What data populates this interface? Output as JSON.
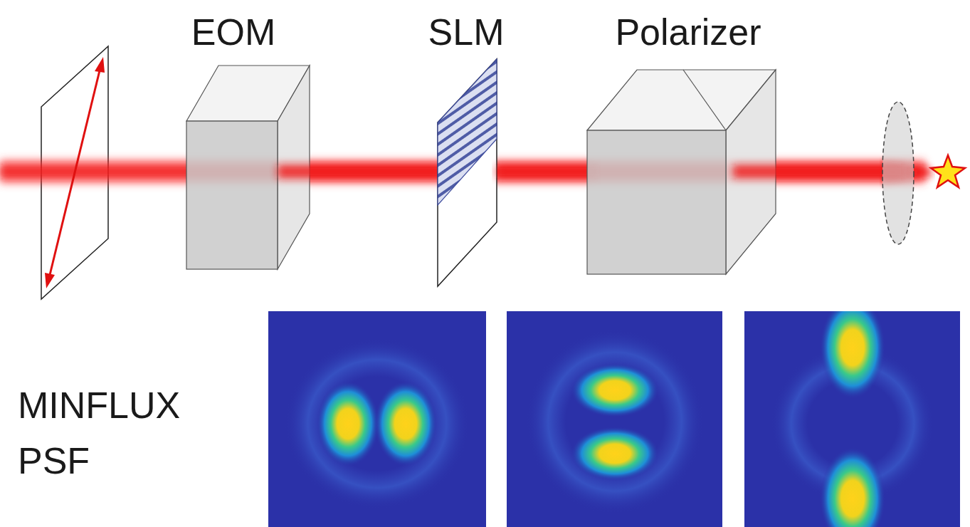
{
  "diagram": {
    "labels": [
      "EOM",
      "SLM",
      "Polarizer",
      "MINFLUX PSF"
    ]
  }
}
